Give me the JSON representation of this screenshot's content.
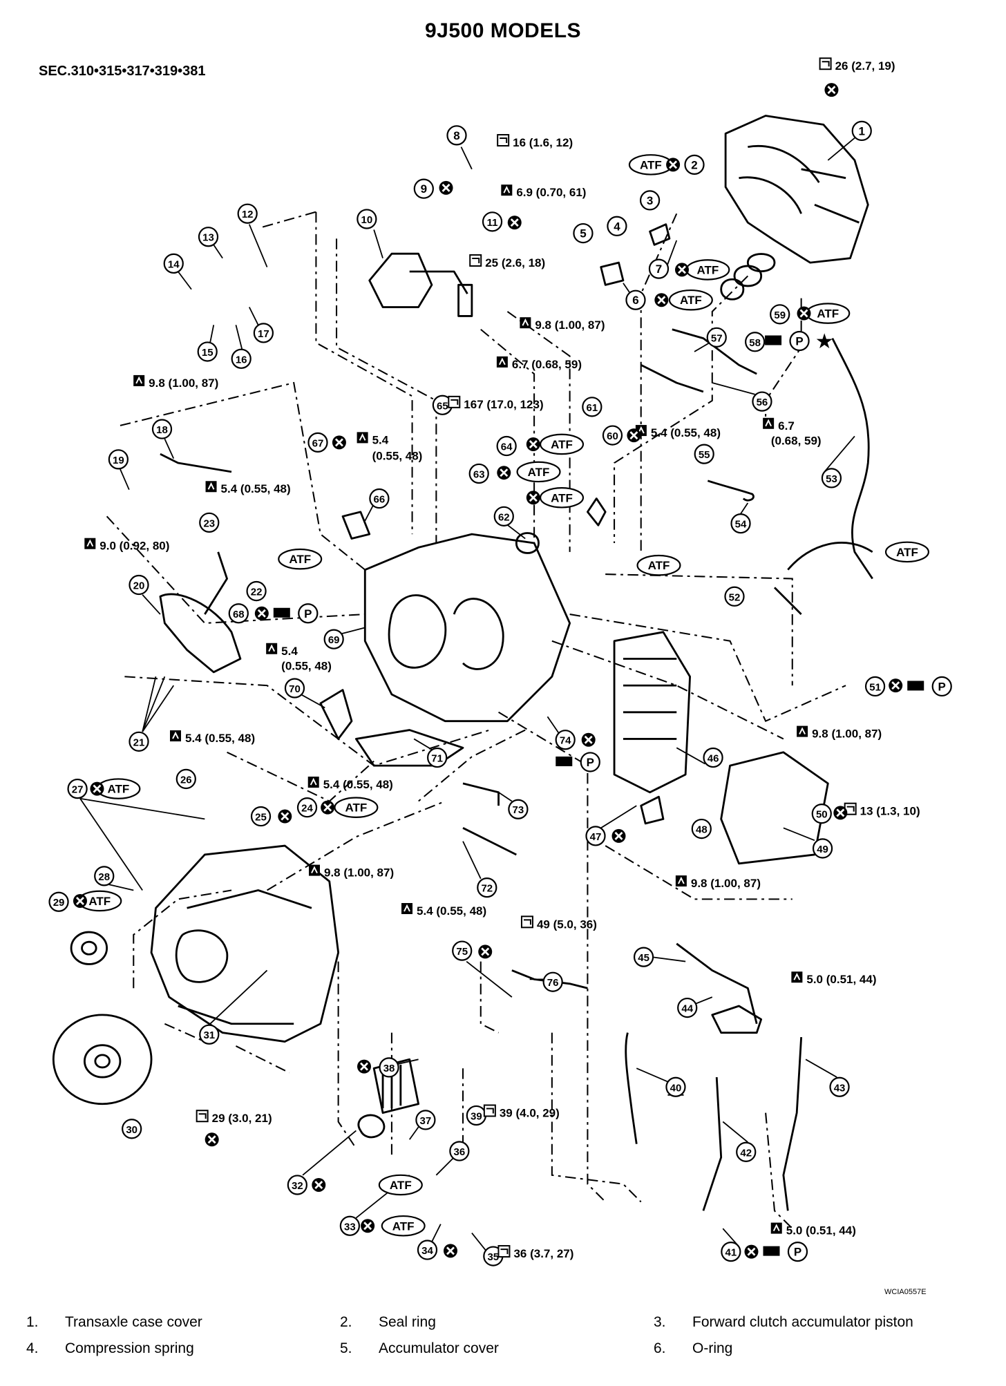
{
  "title": "9J500 MODELS",
  "section": "SEC.310•315•317•319•381",
  "figure_code": "WCIA0557E",
  "atf_label": "ATF",
  "p_label": "P",
  "star": "★",
  "part_numbers": [
    "1",
    "2",
    "3",
    "4",
    "5",
    "6",
    "7",
    "8",
    "9",
    "10",
    "11",
    "12",
    "13",
    "14",
    "15",
    "16",
    "17",
    "18",
    "19",
    "20",
    "21",
    "22",
    "23",
    "24",
    "25",
    "26",
    "27",
    "28",
    "29",
    "30",
    "31",
    "32",
    "33",
    "34",
    "35",
    "36",
    "37",
    "38",
    "39",
    "40",
    "41",
    "42",
    "43",
    "44",
    "45",
    "46",
    "47",
    "48",
    "49",
    "50",
    "51",
    "52",
    "53",
    "54",
    "55",
    "56",
    "57",
    "58",
    "59",
    "60",
    "61",
    "62",
    "63",
    "64",
    "65",
    "66",
    "67",
    "68",
    "69",
    "70",
    "71",
    "72",
    "73",
    "74",
    "75",
    "76"
  ],
  "torques": {
    "t26": "26 (2.7, 19)",
    "t16": "16 (1.6, 12)",
    "t69": "6.9  (0.70, 61)",
    "t25": "25 (2.6, 18)",
    "t98a": "9.8 (1.00, 87)",
    "t98b": "9.8 (1.00, 87)",
    "t67a": "6.7 (0.68, 59)",
    "t167": "167 (17.0, 123)",
    "t54a": "5.4 (0.55, 48)",
    "t67b1": "6.7",
    "t67b2": "(0.68, 59)",
    "t54b1": "5.4",
    "t54b2": "(0.55, 48)",
    "t54c": "5.4 (0.55, 48)",
    "t90": "9.0 (0.92, 80)",
    "t54d1": "5.4",
    "t54d2": "(0.55, 48)",
    "t54e": "5.4 (0.55, 48)",
    "t98c": "9.8 (1.00, 87)",
    "t54f": "5.4 (0.55, 48)",
    "t13": "13 (1.3, 10)",
    "t98d": "9.8 (1.00, 87)",
    "t98e": "9.8 (1.00, 87)",
    "t54g": "5.4 (0.55, 48)",
    "t49": "49 (5.0, 36)",
    "t50a": "5.0 (0.51, 44)",
    "t29": "29 (3.0, 21)",
    "t39": "39 (4.0, 29)",
    "t36": "36 (3.7, 27)",
    "t50b": "5.0 (0.51, 44)"
  },
  "legend": [
    {
      "num": "1.",
      "name": "Transaxle case cover"
    },
    {
      "num": "2.",
      "name": "Seal ring"
    },
    {
      "num": "3.",
      "name": "Forward clutch accumulator piston"
    },
    {
      "num": "4.",
      "name": "Compression spring"
    },
    {
      "num": "5.",
      "name": "Accumulator cover"
    },
    {
      "num": "6.",
      "name": "O-ring"
    }
  ]
}
